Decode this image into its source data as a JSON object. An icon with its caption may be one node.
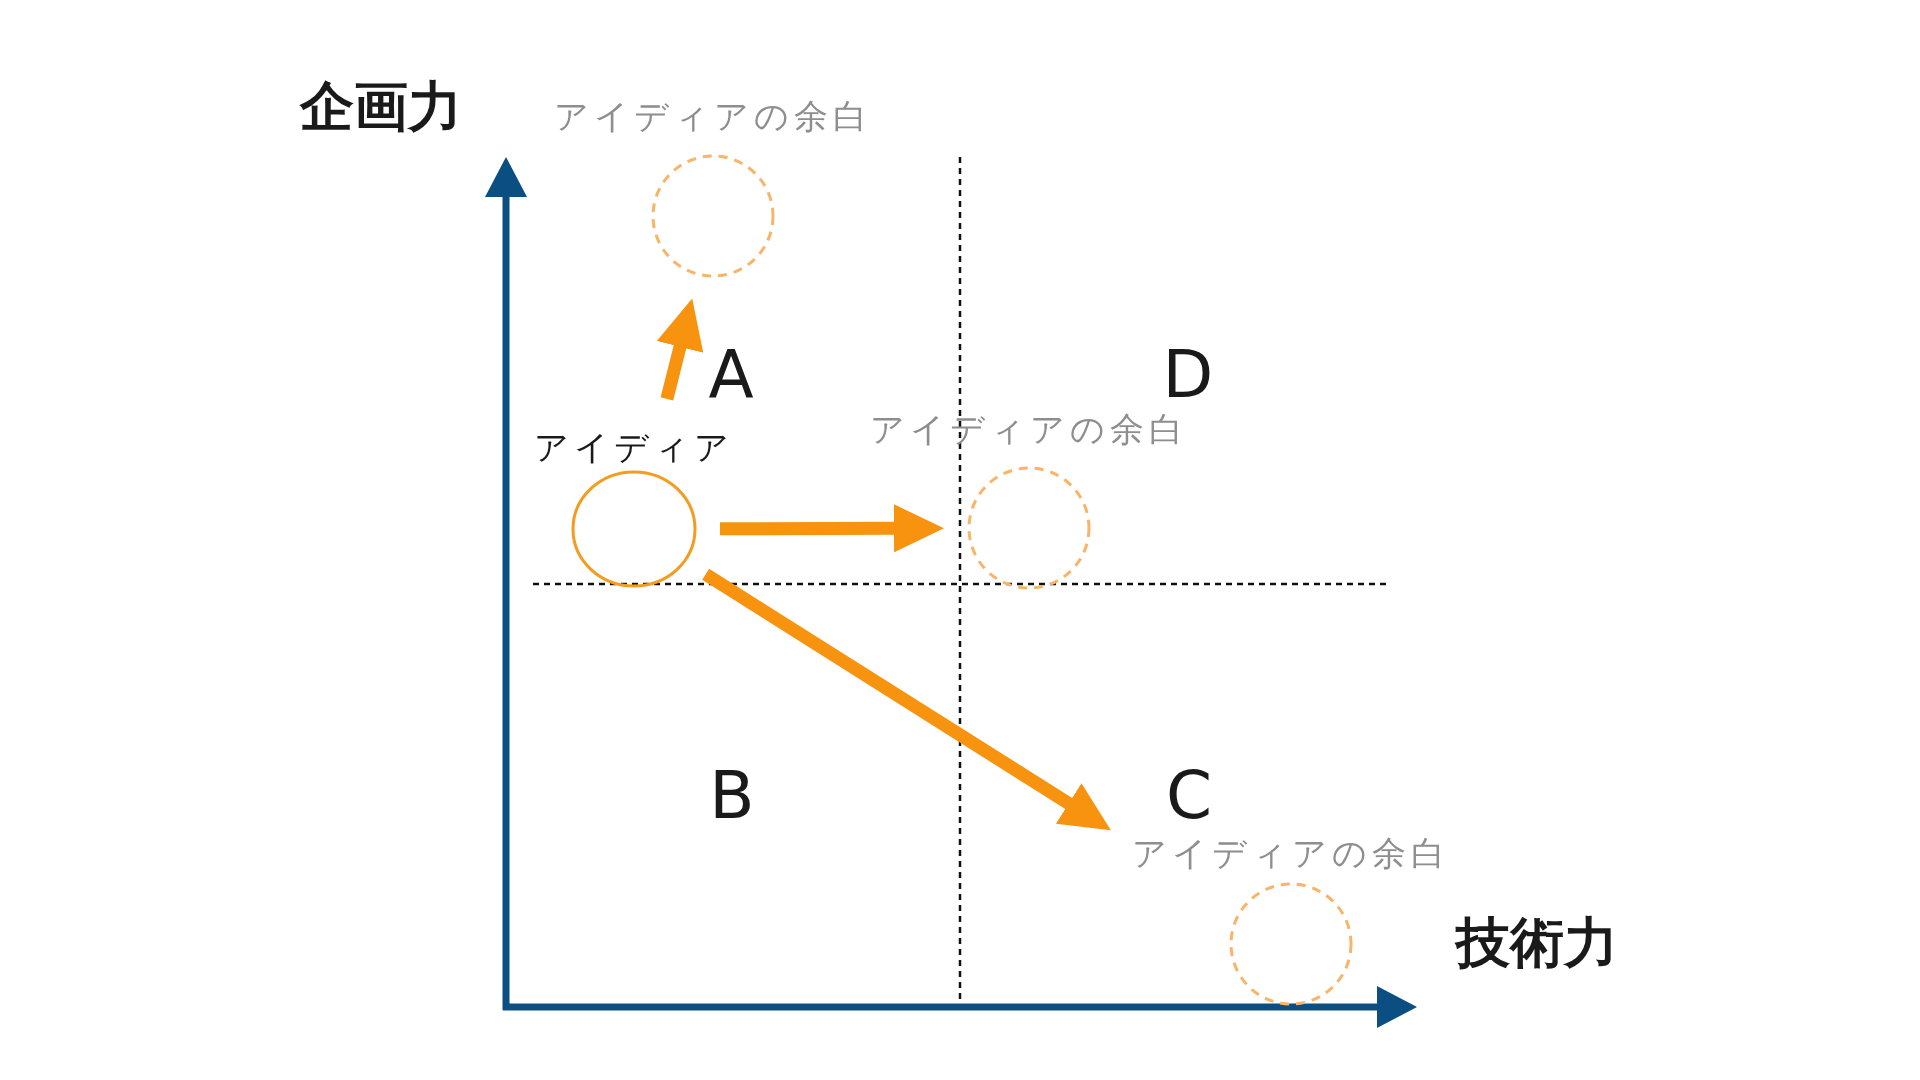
{
  "diagram": {
    "nodes": [
      {
        "text": [
          "アイディアの余白"
        ]
      },
      {
        "text": [
          "アイディアの余白"
        ]
      },
      {
        "text": [
          "アイディア"
        ]
      },
      {
        "text": [
          "アイディアの余白"
        ]
      }
    ],
    "edges": [
      {
        "from": 2,
        "to": 0,
        "arrow": "to"
      },
      {
        "from": 2,
        "to": 1,
        "arrow": "to"
      },
      {
        "from": 2,
        "to": 3,
        "arrow": "to"
      }
    ],
    "labels": [
      "企画力",
      "A",
      "D",
      "B",
      "C",
      "技術力"
    ]
  }
}
